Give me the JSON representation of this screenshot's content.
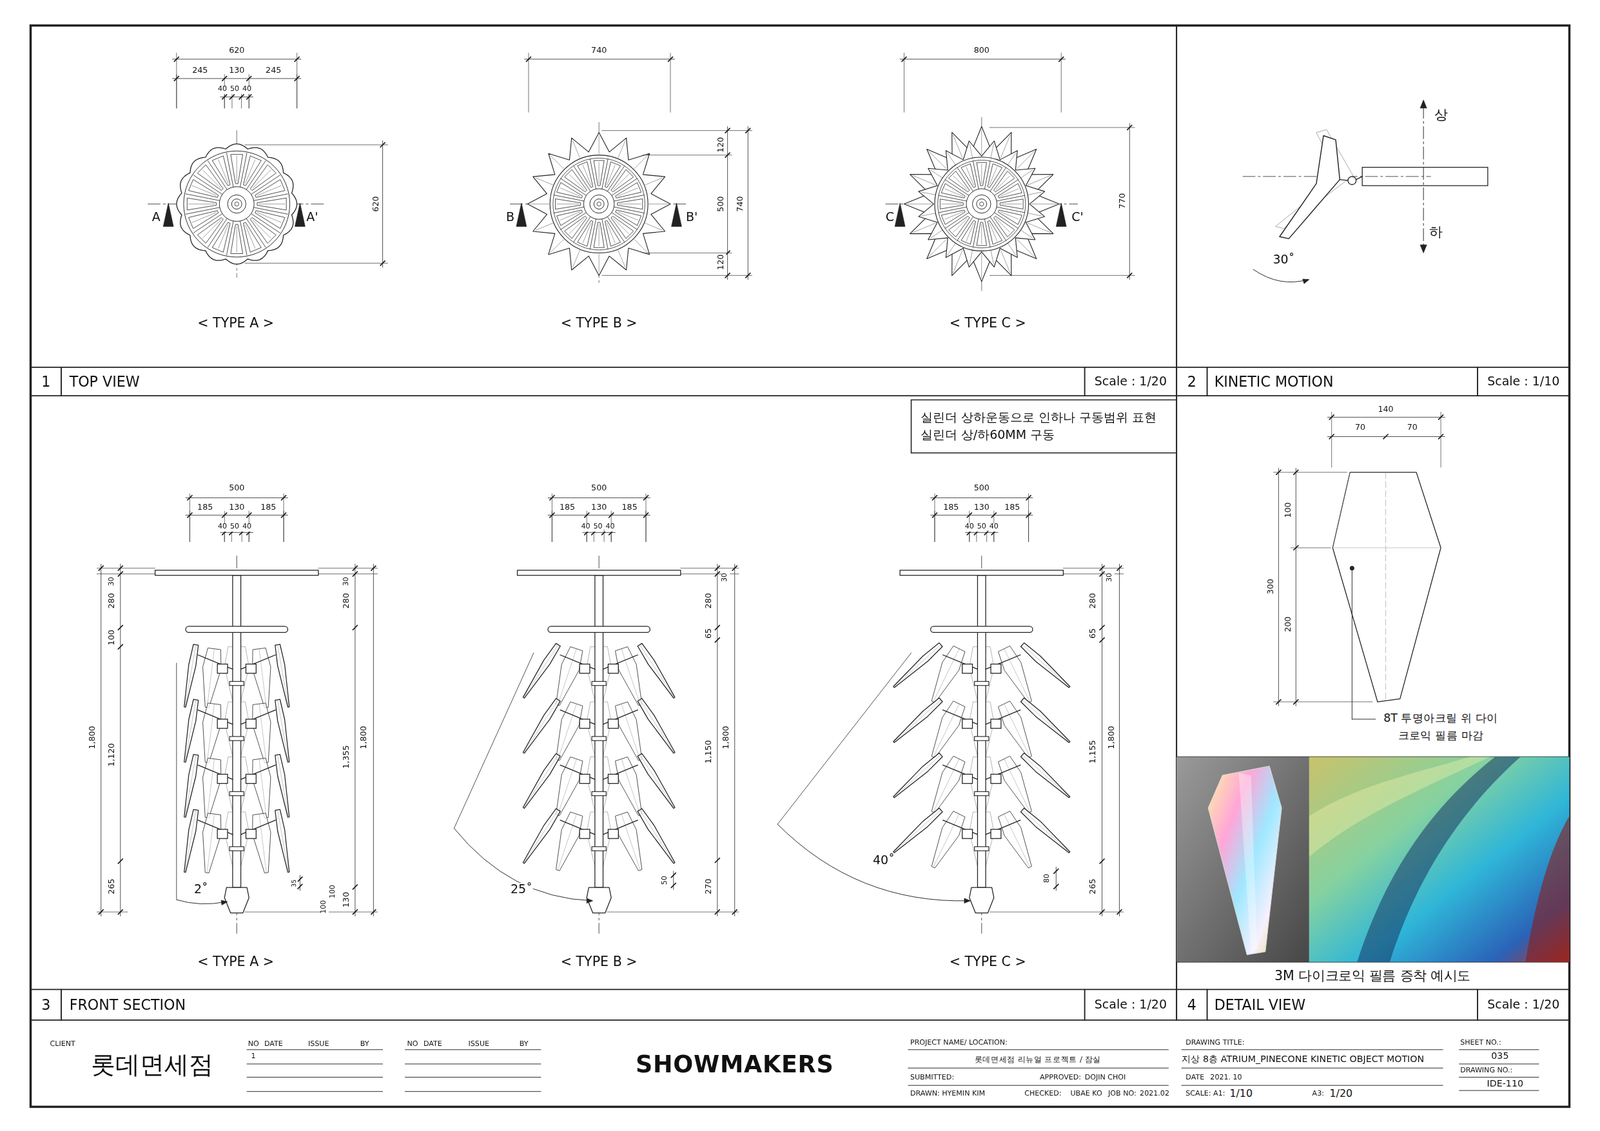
{
  "diagram": {
    "nodes": [
      {
        "text": [
          "1",
          "TOP VIEW",
          "Scale : 1/20"
        ]
      },
      {
        "text": [
          "2",
          "KINETIC MOTION",
          "Scale : 1/10"
        ]
      },
      {
        "text": [
          "실린더 상하운동으로 인하나 구동범위 표현",
          "실린더 상/하60MM 구동"
        ]
      },
      {
        "text": [
          "3",
          "FRONT SECTION",
          "Scale : 1/20"
        ]
      },
      {
        "text": [
          "4",
          "DETAIL VIEW",
          "Scale : 1/20"
        ]
      }
    ],
    "labels": [
      "620",
      "245",
      "130",
      "245",
      "40",
      "50",
      "40",
      "A",
      "A'",
      "620",
      "< TYPE A >",
      "740",
      "120",
      "500",
      "120",
      "740",
      "B",
      "B'",
      "< TYPE B >",
      "800",
      "770",
      "C",
      "C'",
      "< TYPE C >",
      "상",
      "하",
      "30˚",
      "500",
      "185",
      "130",
      "185",
      "40",
      "50",
      "40",
      "30",
      "280",
      "100",
      "1,120",
      "265",
      "1,800",
      "30",
      "280",
      "1,355",
      "1,800",
      "130",
      "100",
      "100",
      "35",
      "2˚",
      "< TYPE A >",
      "500",
      "185",
      "130",
      "185",
      "40",
      "50",
      "40",
      "30",
      "280",
      "65",
      "1,150",
      "270",
      "1,800",
      "50",
      "25˚",
      "< TYPE B >",
      "500",
      "185",
      "130",
      "185",
      "40",
      "50",
      "40",
      "30",
      "280",
      "65",
      "1,155",
      "265",
      "1,800",
      "80",
      "40˚",
      "< TYPE C >",
      "140",
      "70",
      "70",
      "100",
      "300",
      "200",
      "8T 투명아크릴 위 다이크로익 필름 마감",
      "3M 다이크로익 필름 증착 예시도",
      "CLIENT",
      "롯데면세점",
      "NO",
      "DATE",
      "ISSUE",
      "BY",
      "1",
      "NO",
      "DATE",
      "ISSUE",
      "BY",
      "SHOWMAKERS",
      "PROJECT NAME/ LOCATION:",
      "롯데면세점 리뉴얼 프로젝트 / 잠실",
      "SUBMITTED:",
      "APPROVED:",
      "DOJIN CHOI",
      "DRAWN: HYEMIN KIM",
      "CHECKED:",
      "UBAE KO",
      "JOB NO:",
      "2021.02",
      "DRAWING TITLE:",
      "지상 8층 ATRIUM_PINECONE KINETIC OBJECT MOTION",
      "DATE",
      "2021. 10",
      "SCALE:",
      "A1:",
      "1/10",
      "A3:",
      "1/20",
      "SHEET NO.:",
      "035",
      "DRAWING NO.:",
      "IDE-110"
    ]
  }
}
